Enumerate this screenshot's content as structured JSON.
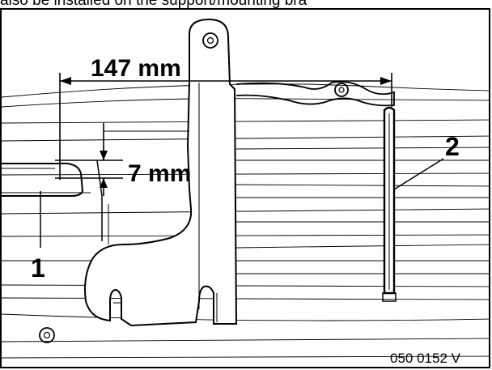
{
  "caption": "also be installed on the support/mounting bra",
  "dimensions": {
    "horizontal": "147 mm",
    "vertical": "7 mm"
  },
  "callouts": {
    "item_1": "1",
    "item_2": "2"
  },
  "figure_code": "050 0152 V"
}
